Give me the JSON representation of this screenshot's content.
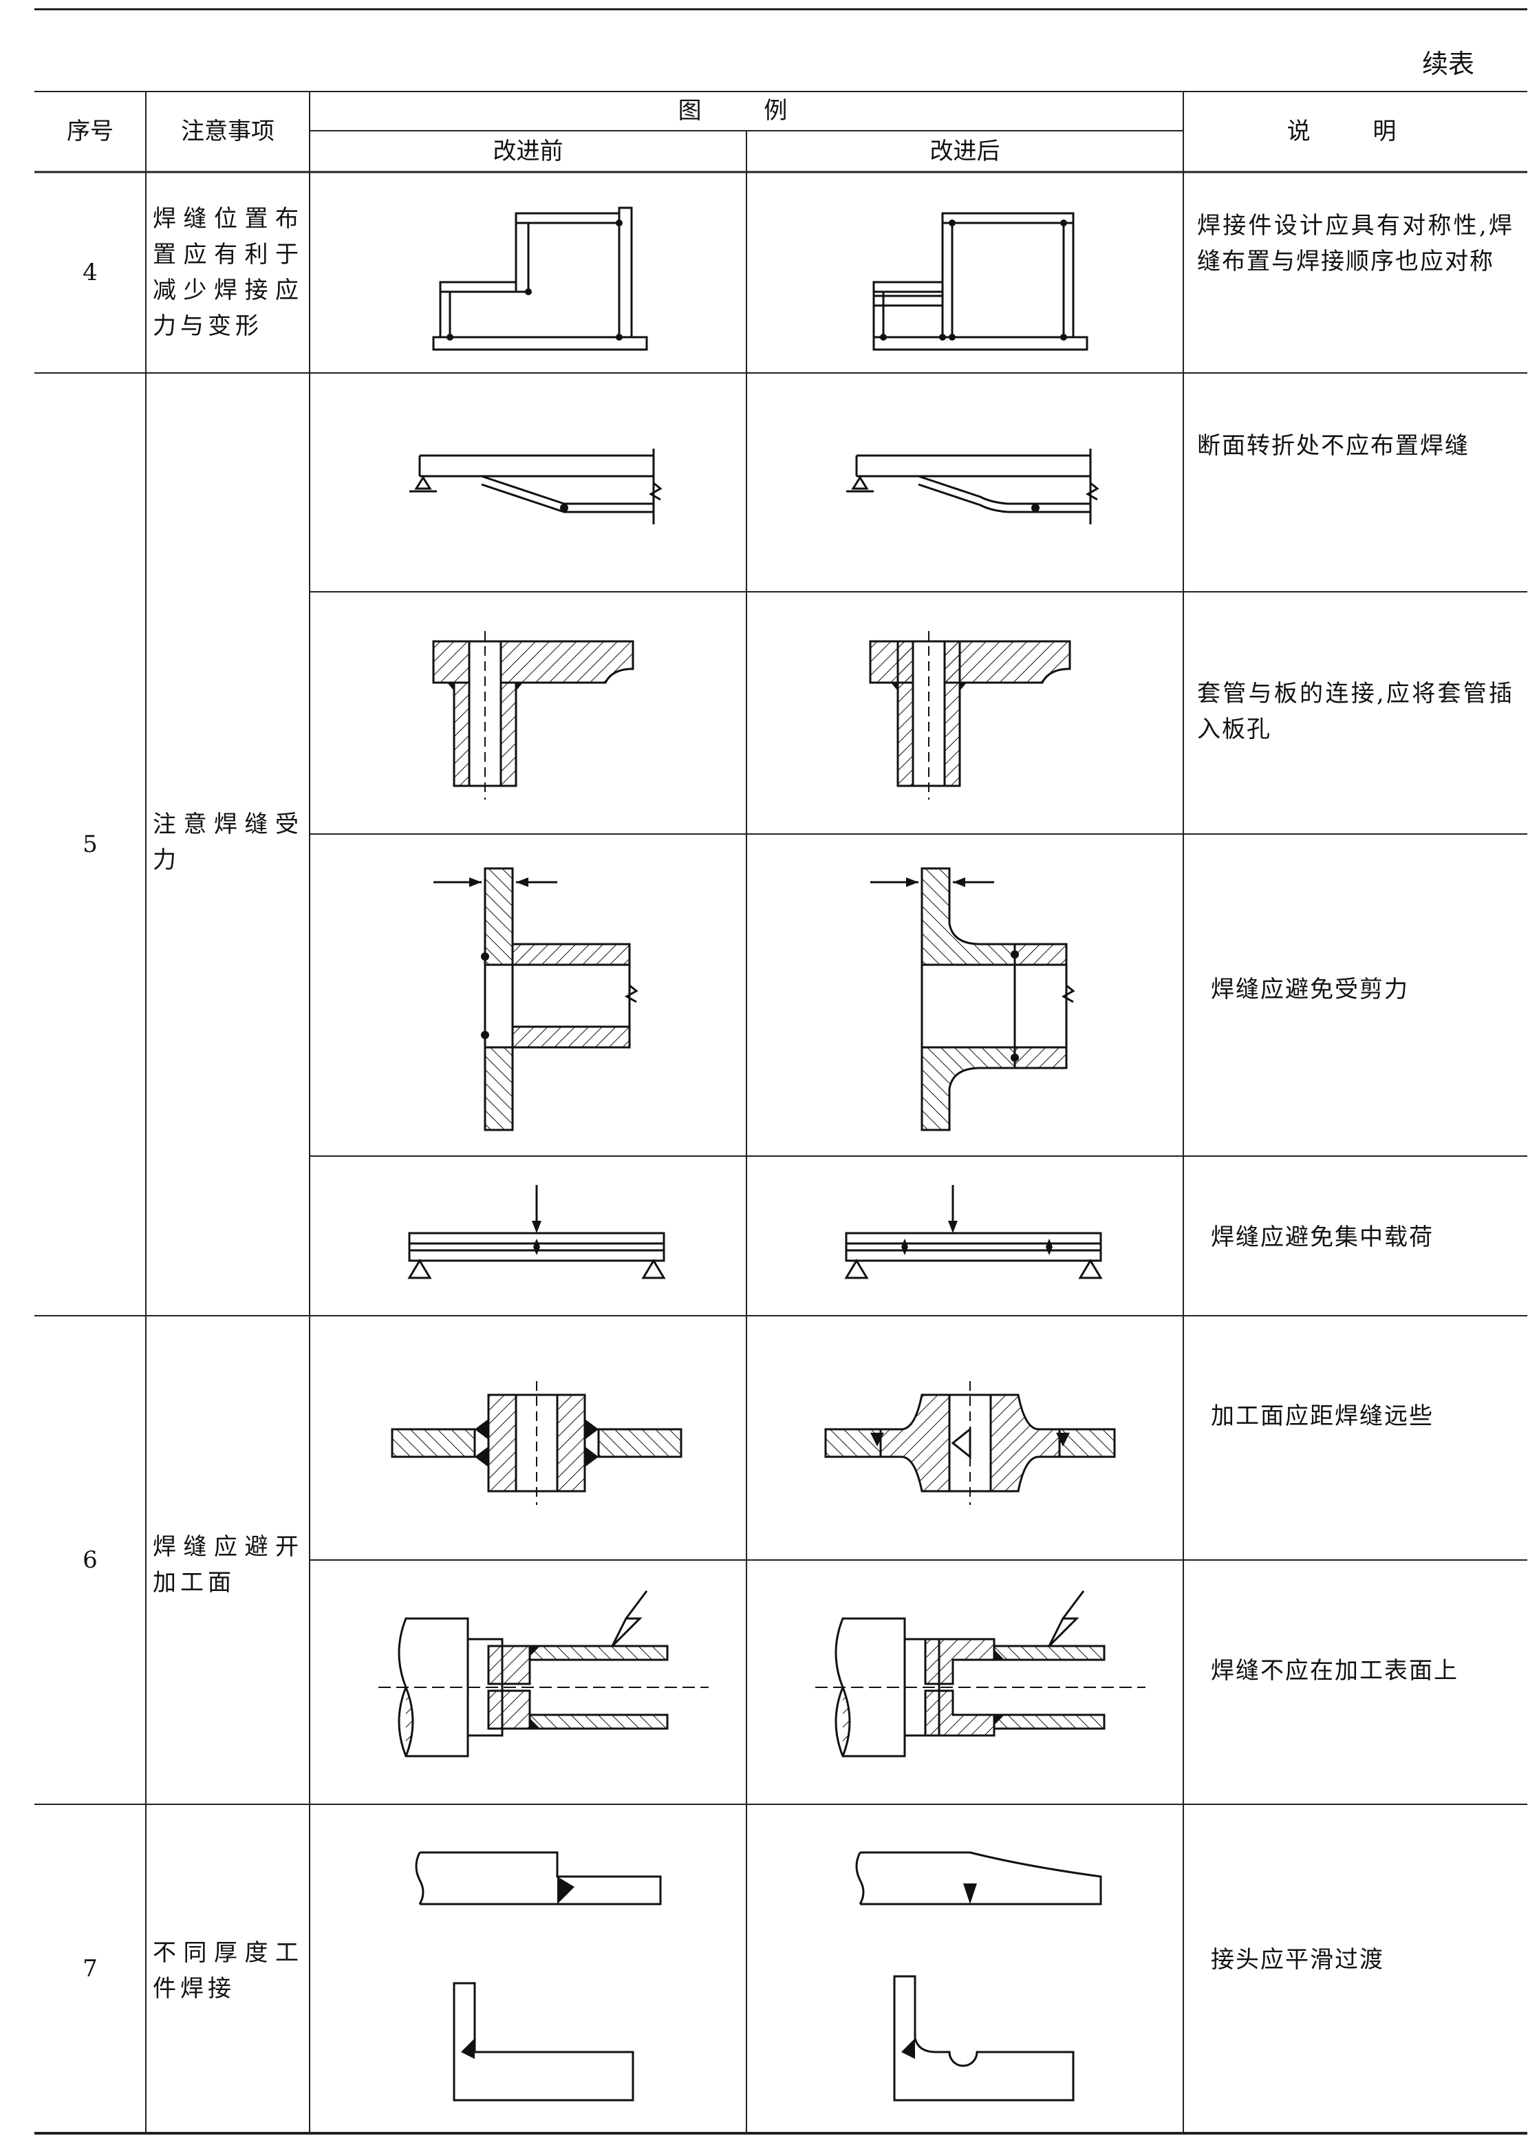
{
  "page": {
    "continued_label": "续表"
  },
  "headers": {
    "no": "序号",
    "notes": "注意事项",
    "illustration": "图 例",
    "before": "改进前",
    "after": "改进后",
    "explanation": "说 明"
  },
  "rows": [
    {
      "no": "4",
      "note": "焊缝位置布置应有利于减少焊接应力与变形",
      "desc": "焊接件设计应具有对称性,焊缝布置与焊接顺序也应对称"
    },
    {
      "no": "5",
      "note": "注意焊缝受力",
      "subs": [
        {
          "desc": "断面转折处不应布置焊缝"
        },
        {
          "desc": "套管与板的连接,应将套管插入板孔"
        },
        {
          "desc": "焊缝应避免受剪力"
        },
        {
          "desc": "焊缝应避免集中载荷"
        }
      ]
    },
    {
      "no": "6",
      "note": "焊缝应避开加工面",
      "subs": [
        {
          "desc": "加工面应距焊缝远些"
        },
        {
          "desc": "焊缝不应在加工表面上"
        }
      ]
    },
    {
      "no": "7",
      "note": "不同厚度工件焊接",
      "desc": "接头应平滑过渡"
    }
  ]
}
